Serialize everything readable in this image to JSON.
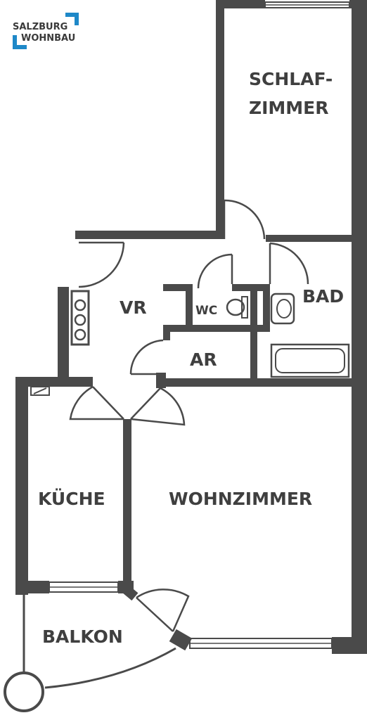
{
  "logo": {
    "line1": "SALZBURG",
    "line2": "WOHNBAU",
    "accent_color": "#1e88c8",
    "text_color": "#3a3a3a"
  },
  "rooms": {
    "schlafzimmer_line1": "SCHLAF-",
    "schlafzimmer_line2": "ZIMMER",
    "bad": "BAD",
    "vr": "VR",
    "wc": "WC",
    "ar": "AR",
    "kueche": "KÜCHE",
    "wohnzimmer": "WOHNZIMMER",
    "balkon": "BALKON"
  },
  "colors": {
    "wall": "#4a4a4a",
    "background": "#ffffff"
  }
}
